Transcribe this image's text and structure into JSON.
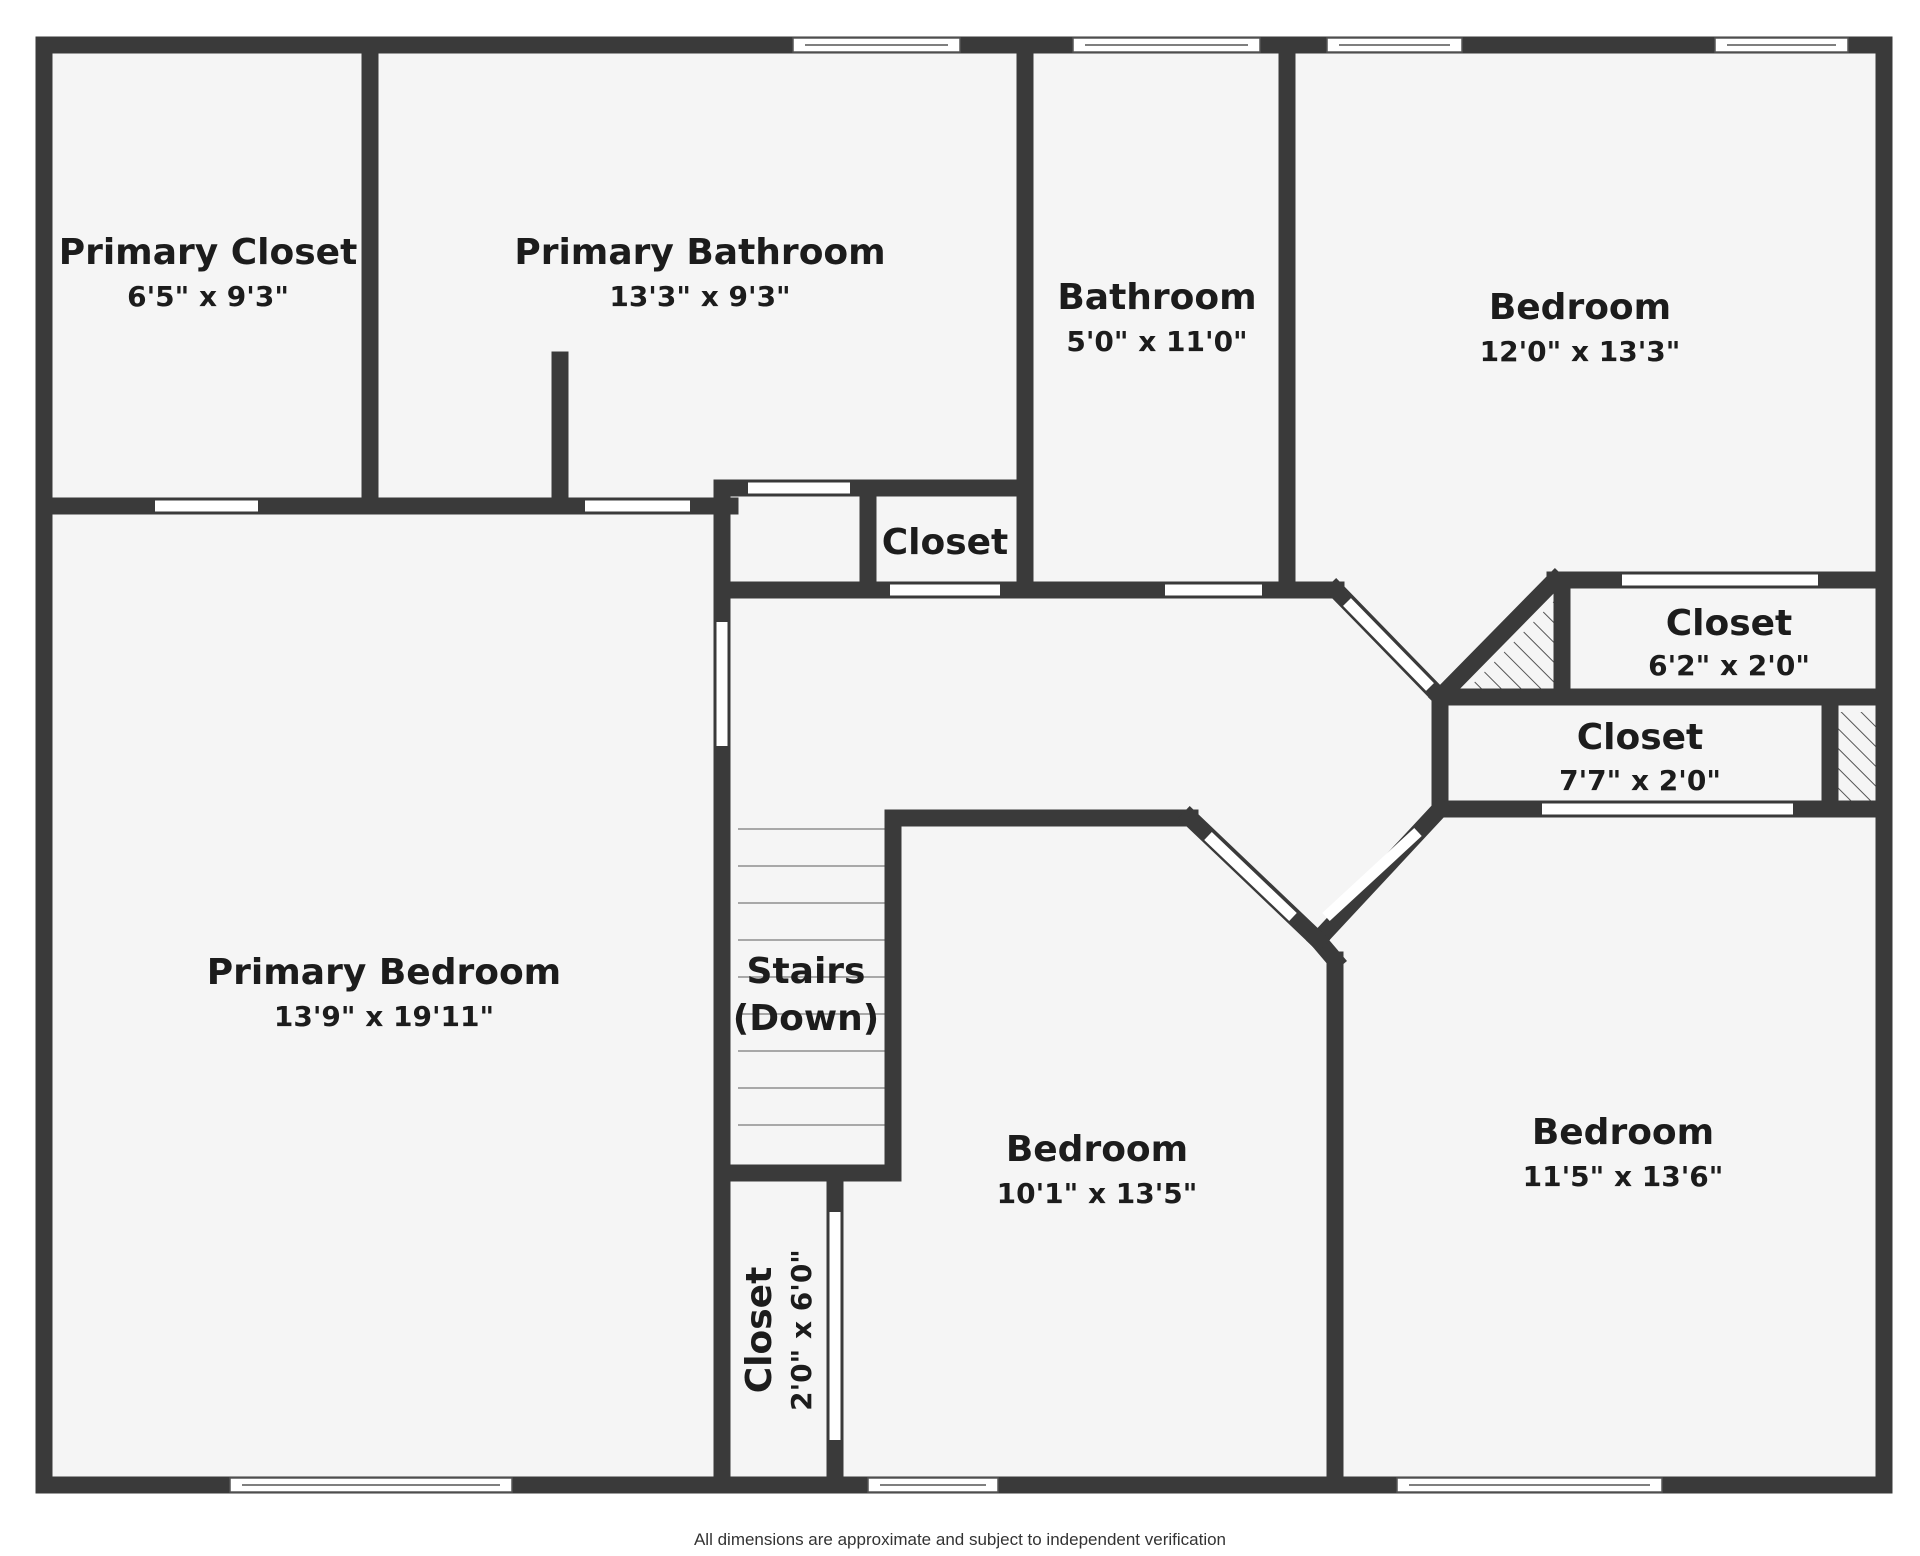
{
  "colors": {
    "wall": "#3a3a3a",
    "floor": "#f5f5f5",
    "opening": "#ffffff",
    "window_line": "#555555",
    "background": "#ffffff"
  },
  "rooms": {
    "primary_closet": {
      "name": "Primary Closet",
      "dims": "6'5\" x 9'3\""
    },
    "primary_bathroom": {
      "name": "Primary Bathroom",
      "dims": "13'3\" x 9'3\""
    },
    "bathroom": {
      "name": "Bathroom",
      "dims": "5'0\" x 11'0\""
    },
    "bedroom_ne": {
      "name": "Bedroom",
      "dims": "12'0\" x 13'3\""
    },
    "closet_small": {
      "name": "Closet"
    },
    "closet_e1": {
      "name": "Closet",
      "dims": "6'2\" x 2'0\""
    },
    "closet_e2": {
      "name": "Closet",
      "dims": "7'7\" x 2'0\""
    },
    "primary_bedroom": {
      "name": "Primary Bedroom",
      "dims": "13'9\" x 19'11\""
    },
    "stairs": {
      "name_line1": "Stairs",
      "name_line2": "(Down)"
    },
    "closet_s": {
      "name": "Closet",
      "dims": "2'0\" x 6'0\""
    },
    "bedroom_s": {
      "name": "Bedroom",
      "dims": "10'1\" x 13'5\""
    },
    "bedroom_se": {
      "name": "Bedroom",
      "dims": "11'5\" x 13'6\""
    }
  },
  "disclaimer": "All dimensions are approximate and subject to independent verification"
}
